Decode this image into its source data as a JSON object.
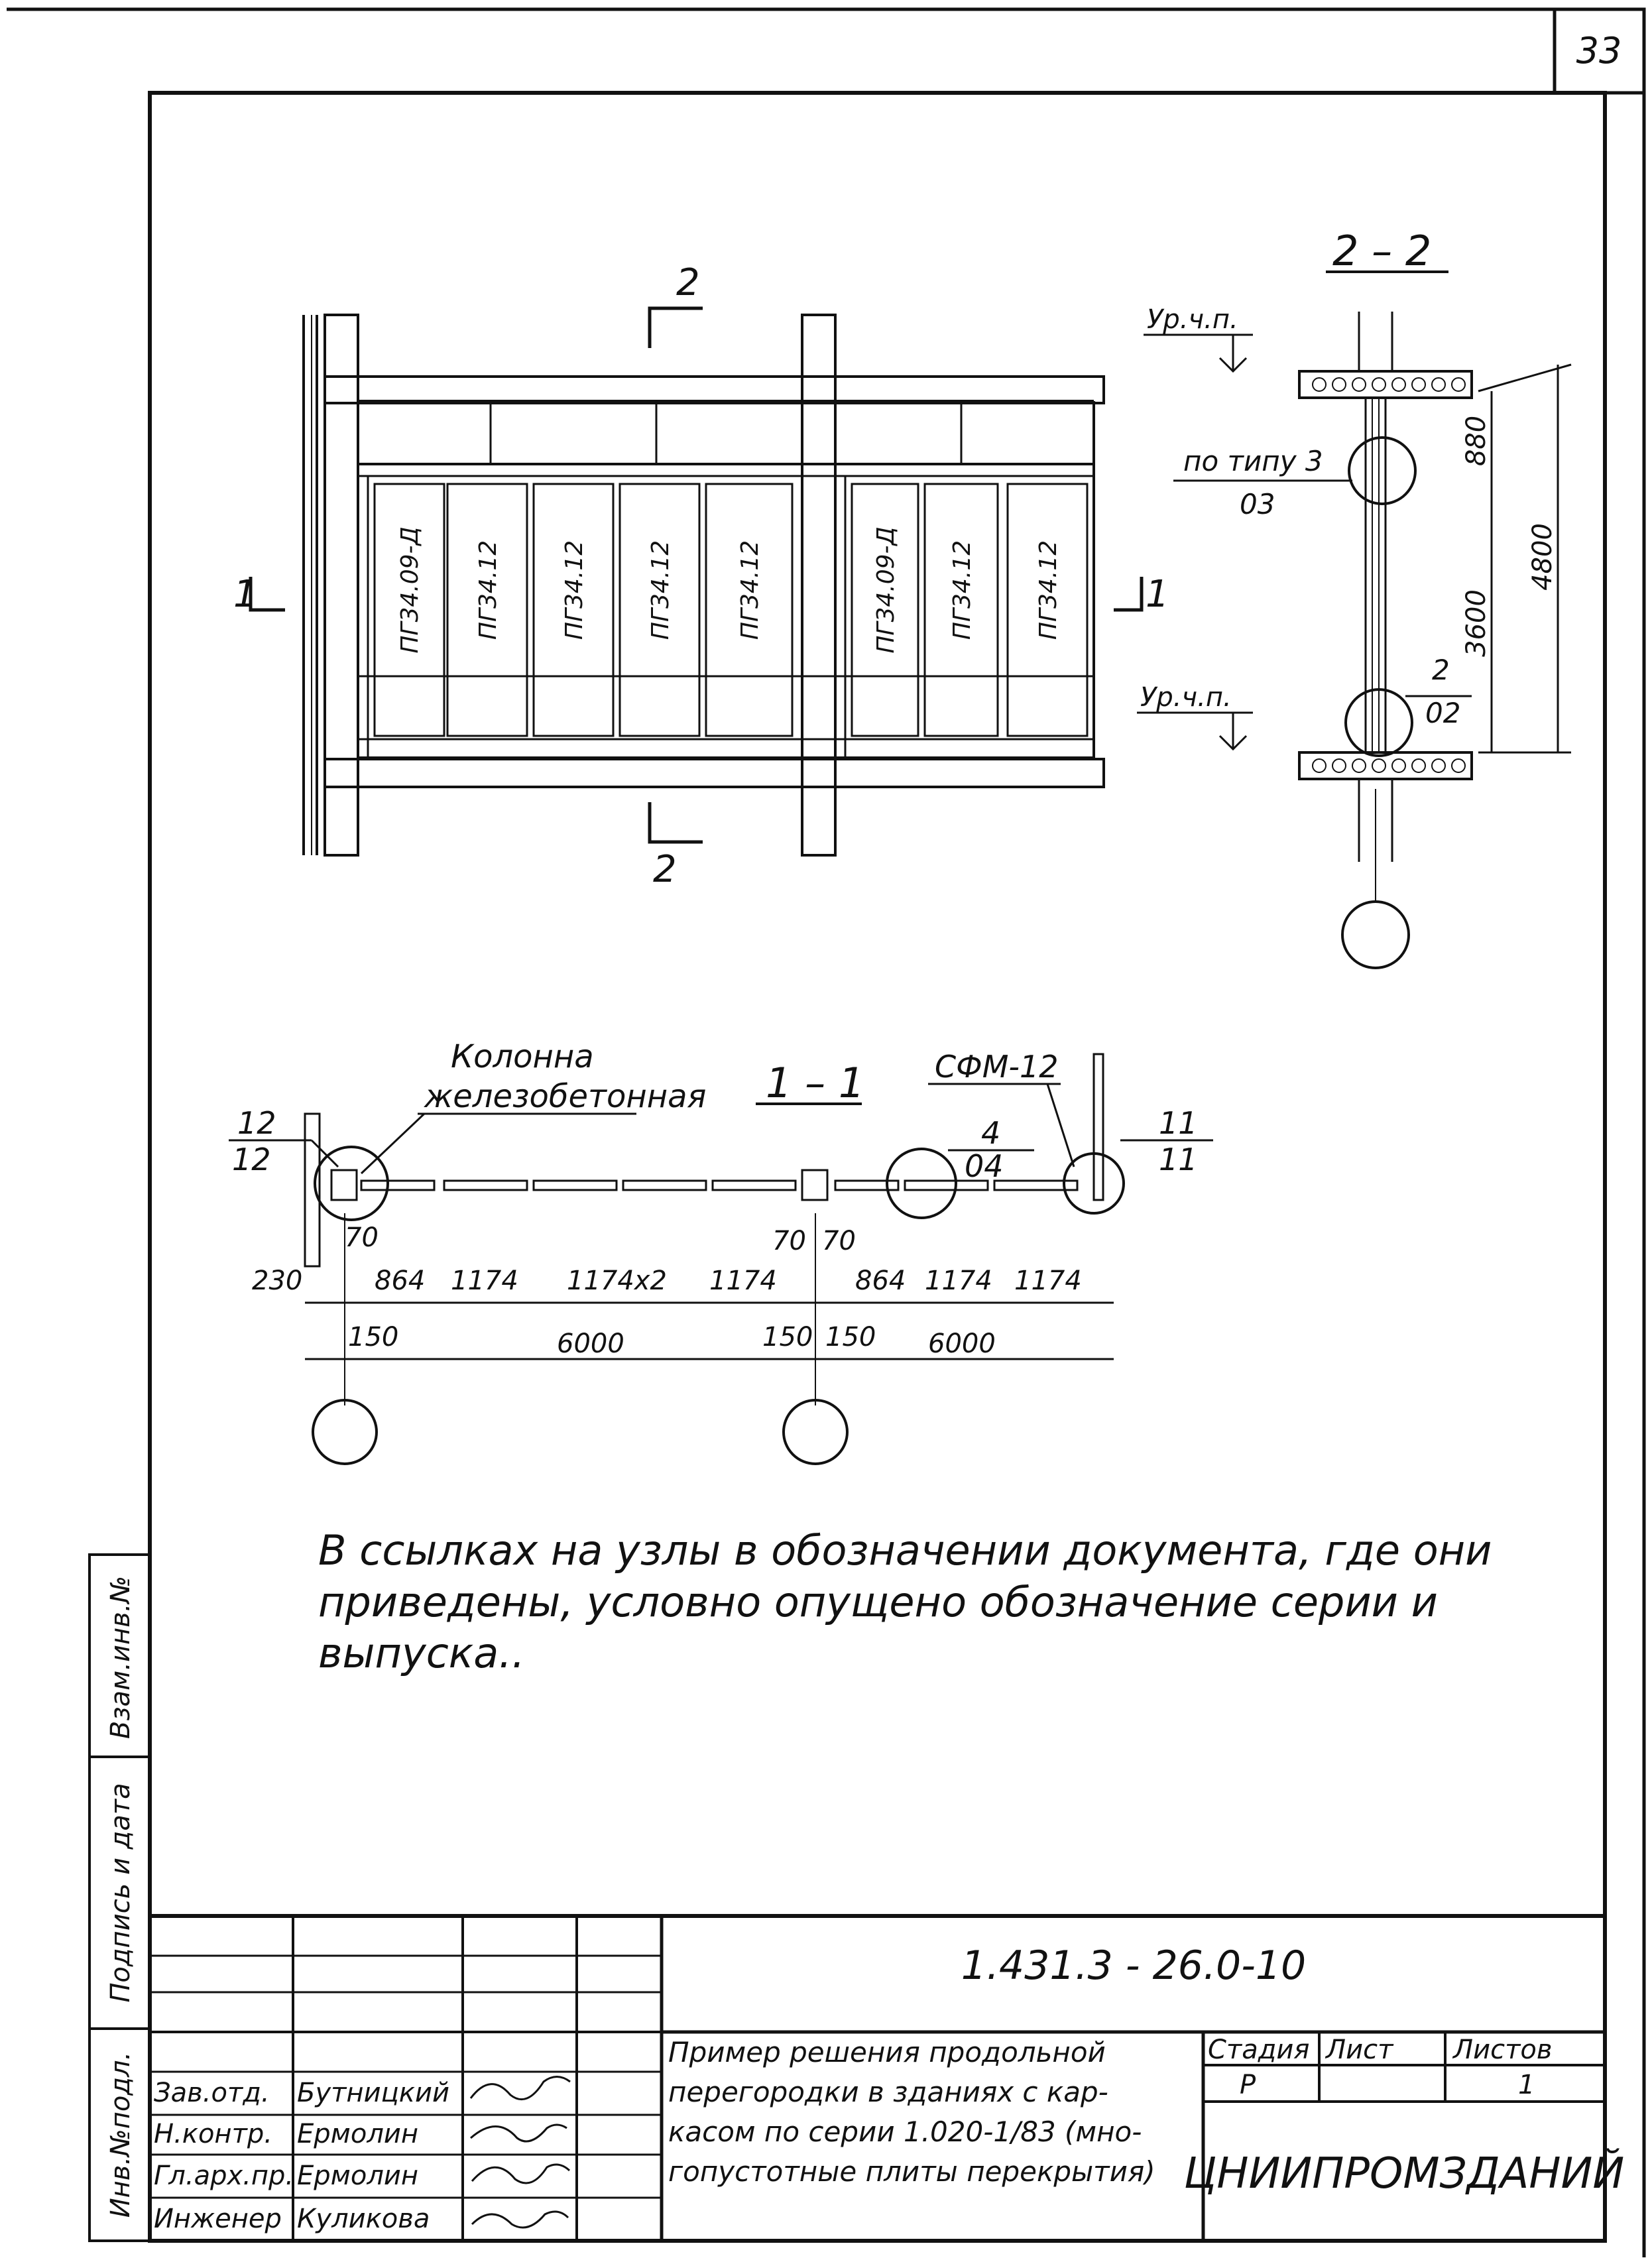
{
  "sheet_number": "33",
  "elevation": {
    "section_mark_top": "2",
    "section_mark_bottom": "2",
    "section_mark_left": "1",
    "section_mark_right": "1",
    "panels": [
      "ПГ34.09-Д",
      "ПГ34.12",
      "ПГ34.12",
      "ПГ34.12",
      "ПГ34.12",
      "ПГ34.09-Д",
      "ПГ34.12",
      "ПГ34.12"
    ]
  },
  "section_2_2": {
    "title": "2 – 2",
    "level_top": "Ур.ч.п.",
    "level_bottom": "Ур.ч.п.",
    "callout_type_label": "по типу 3",
    "callout_type_ref": "03",
    "callout_2_num": "2",
    "callout_2_ref": "02",
    "dim_880": "880",
    "dim_3600": "3600",
    "dim_4800": "4800"
  },
  "section_1_1": {
    "title": "1 – 1",
    "column_label_line1": "Колонна",
    "column_label_line2": "железобетонная",
    "sfm_label": "СФМ-12",
    "callout_12_num": "12",
    "callout_12_ref": "12",
    "callout_4_num": "4",
    "callout_4_ref": "04",
    "callout_11_num": "11",
    "callout_11_ref": "11",
    "dims": {
      "d230": "230",
      "d70a": "70",
      "d864a": "864",
      "d1174a": "1174",
      "d1174x2": "1174х2",
      "d1174b": "1174",
      "d70b": "70",
      "d70c": "70",
      "d864b": "864",
      "d1174c": "1174",
      "d1174d": "1174",
      "d150a": "150",
      "d150b": "150",
      "d150c": "150",
      "d6000a": "6000",
      "d6000b": "6000"
    }
  },
  "note": "В ссылках на узлы в обозначении документа, где они приведены, условно опущено обозначение серии и выпуска..",
  "side_stamp": [
    "Инв.№подл.",
    "Подпись и дата",
    "Взам.инв.№"
  ],
  "title_block": {
    "document_code": "1.431.3 - 26.0-10",
    "title": [
      "Пример решения продольной",
      "перегородки в зданиях с кар-",
      "касом по серии 1.020-1/83 (мно-",
      "гопустотные плиты перекрытия)"
    ],
    "stage_header": "Стадия",
    "sheet_header": "Лист",
    "sheets_header": "Листов",
    "stage_value": "Р",
    "sheets_value": "1",
    "organization": "ЦНИИПРОМЗДАНИЙ",
    "people": [
      {
        "role": "Зав.отд.",
        "name": "Бутницкий",
        "signature": "Бут"
      },
      {
        "role": "Н.контр.",
        "name": "Ермолин",
        "signature": "Ерм"
      },
      {
        "role": "Гл.арх.пр.",
        "name": "Ермолин",
        "signature": "Ерм"
      },
      {
        "role": "Инженер",
        "name": "Куликова",
        "signature": "Кулик"
      }
    ]
  }
}
